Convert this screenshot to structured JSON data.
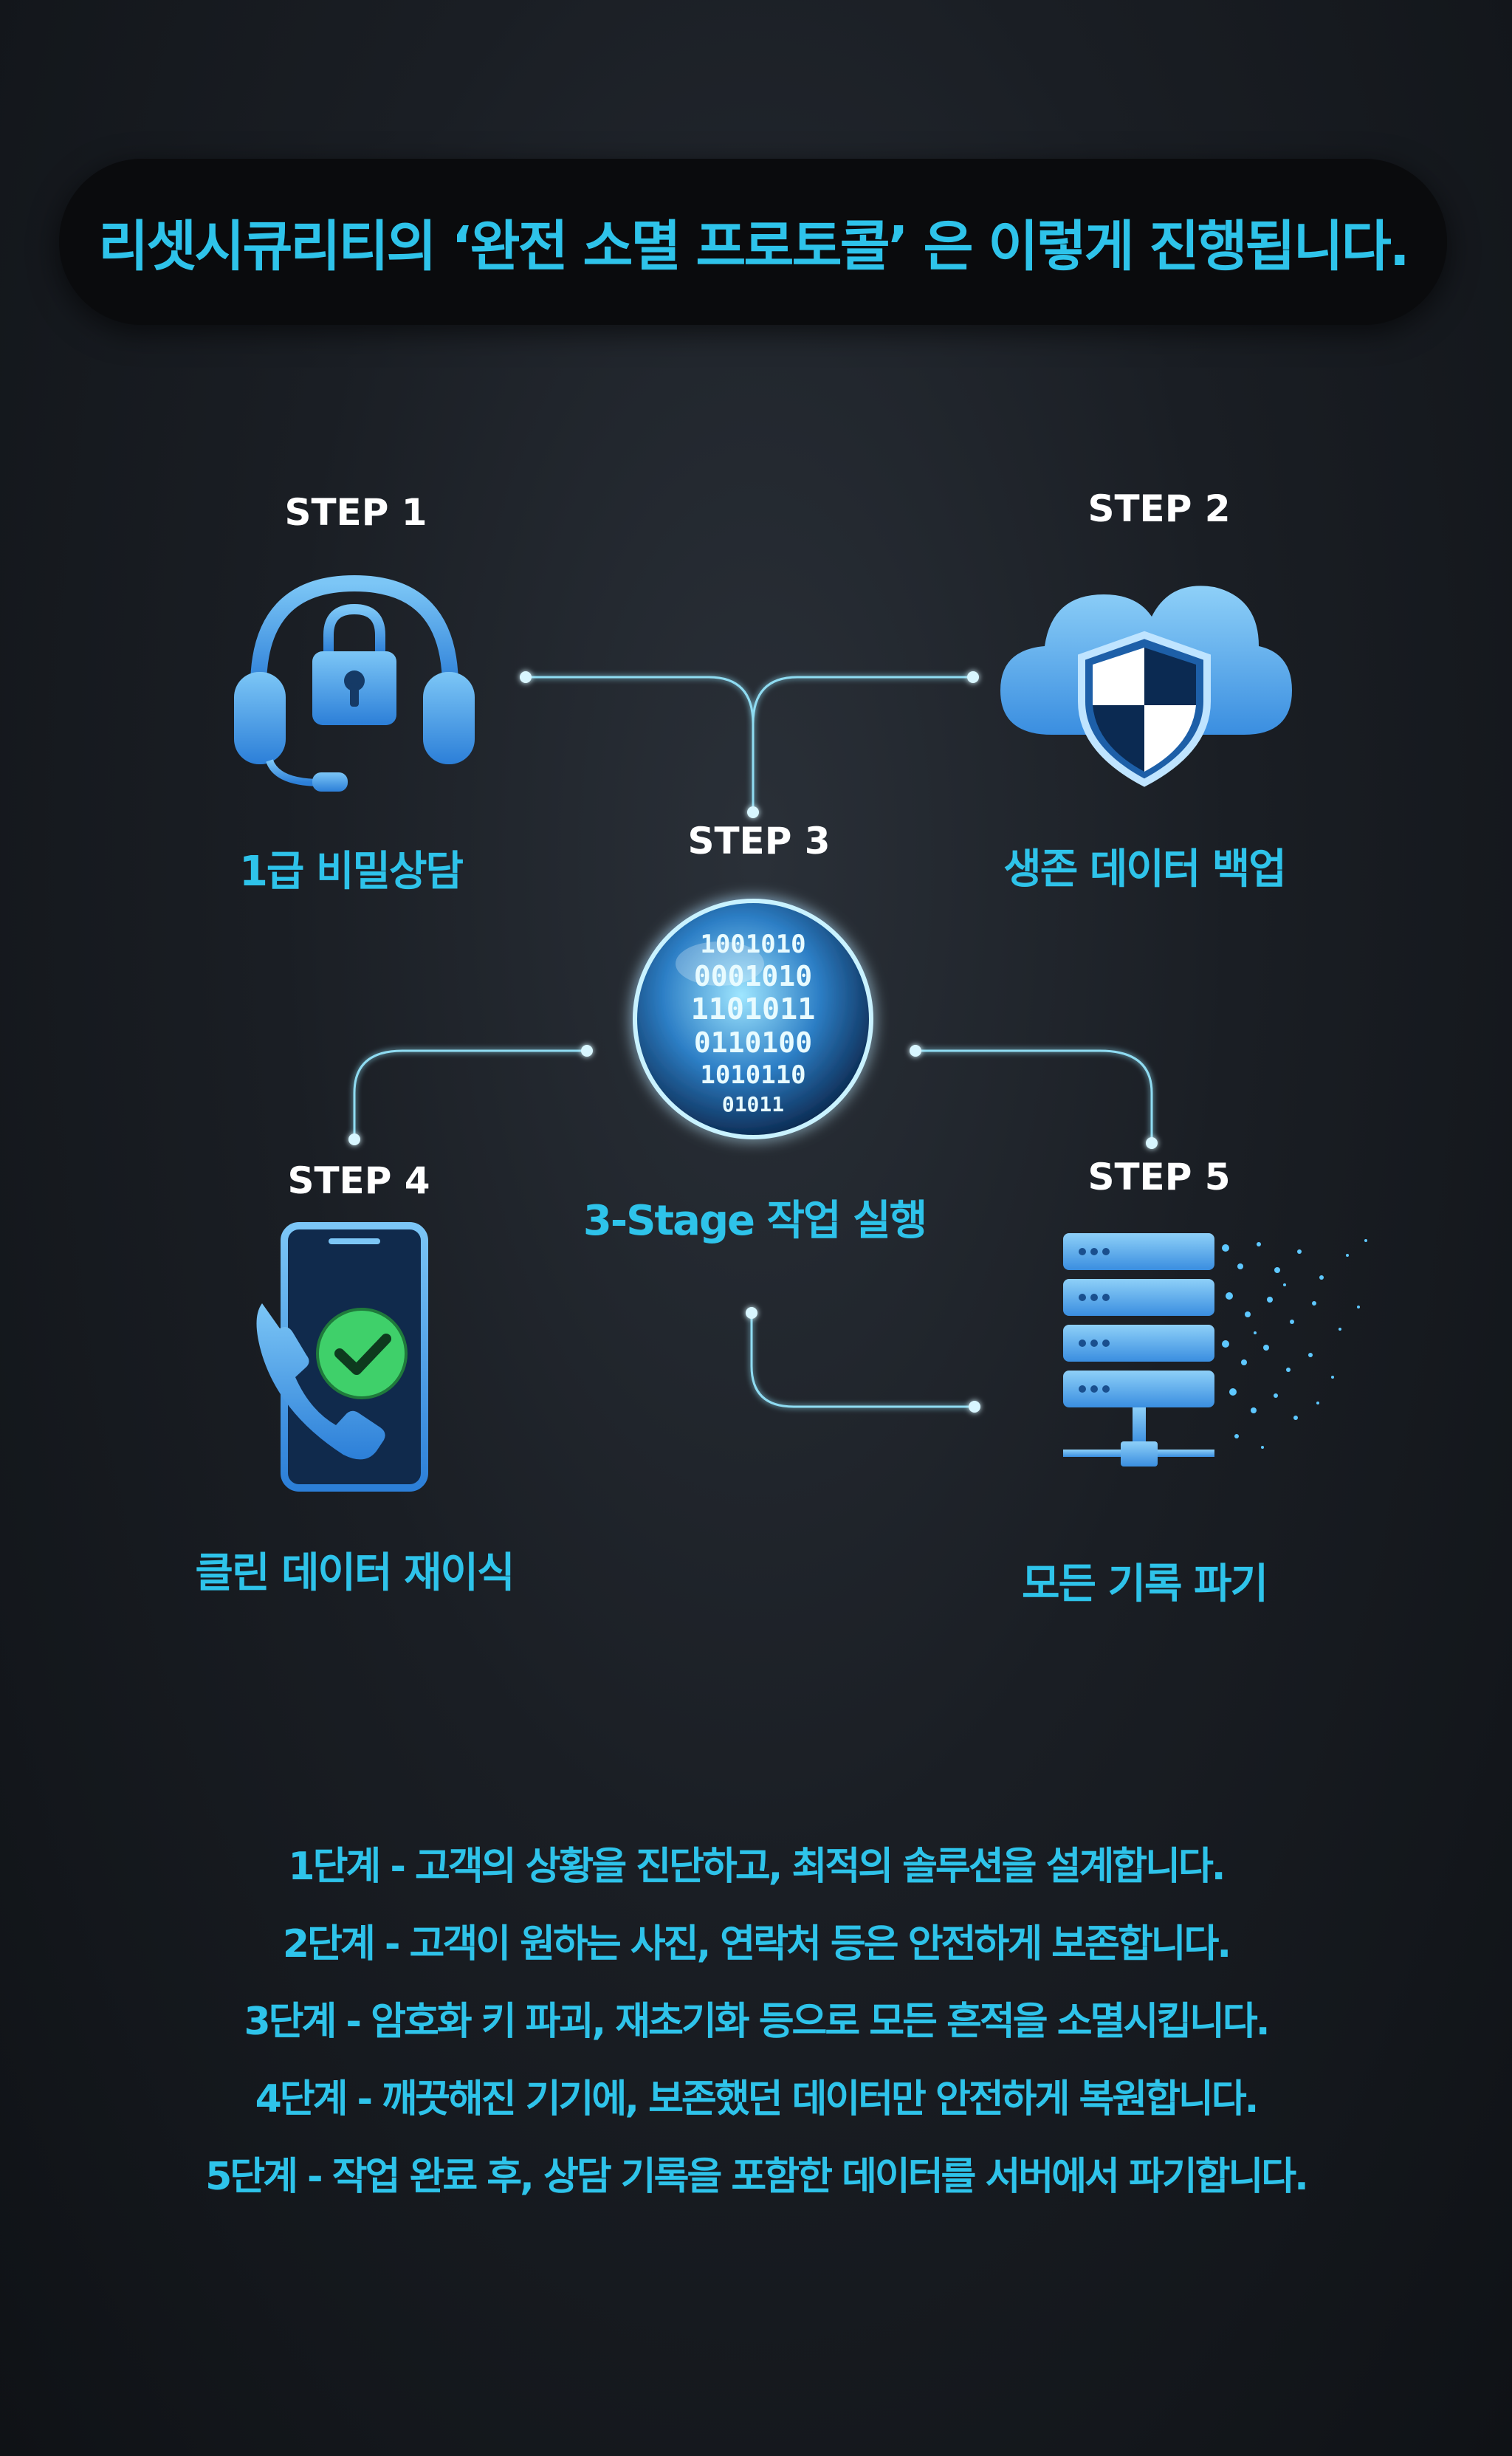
{
  "title": "리셋시큐리티의 ‘완전 소멸 프로토콜’ 은 이렇게 진행됩니다.",
  "steps": [
    {
      "label": "STEP 1",
      "caption": "1급 비밀상담",
      "icon": "headset-lock-icon"
    },
    {
      "label": "STEP 2",
      "caption": "생존 데이터 백업",
      "icon": "cloud-shield-icon"
    },
    {
      "label": "STEP 3",
      "caption": "3-Stage 작업 실행",
      "icon": "binary-sphere-icon"
    },
    {
      "label": "STEP 4",
      "caption": "클린 데이터 재이식",
      "icon": "phone-check-icon"
    },
    {
      "label": "STEP 5",
      "caption": "모든 기록 파기",
      "icon": "server-dissolve-icon"
    }
  ],
  "sphere_digits": [
    "1001010",
    "0001010",
    "1101011",
    "0110100",
    "1010110",
    "01011"
  ],
  "descriptions": [
    "1단계 - 고객의 상황을 진단하고, 최적의 솔루션을 설계합니다.",
    "2단계 - 고객이 원하는 사진, 연락처 등은 안전하게 보존합니다.",
    "3단계 - 암호화 키 파괴, 재초기화 등으로 모든 흔적을 소멸시킵니다.",
    "4단계 - 깨끗해진 기기에, 보존했던 데이터만 안전하게 복원합니다.",
    "5단계 - 작업 완료 후, 상담 기록을 포함한 데이터를 서버에서 파기합니다."
  ],
  "colors": {
    "accent": "#2ec3ea",
    "icon_blue": "#4fa8ee",
    "check_green": "#3fd06a"
  }
}
